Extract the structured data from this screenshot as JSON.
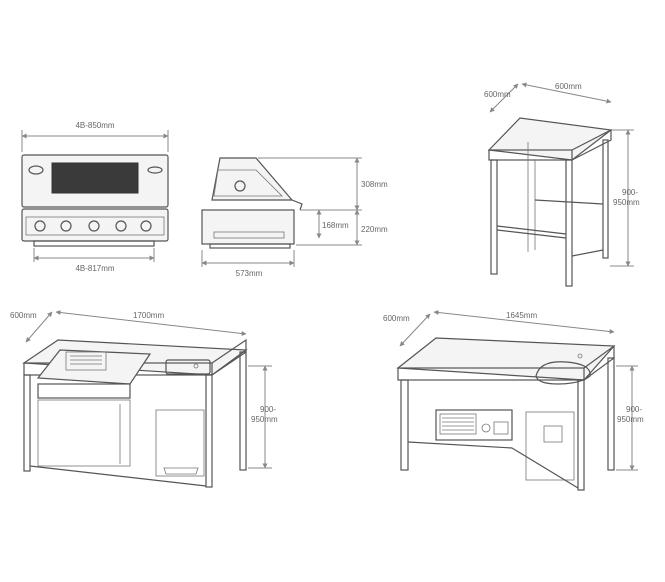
{
  "dimensions": {
    "bbq_top_width": "4B-850mm",
    "bbq_bottom_width": "4B-817mm",
    "side_hood_height": "308mm",
    "side_body_height": "220mm",
    "side_inner_height": "168mm",
    "side_depth": "573mm",
    "cart_depth": "600mm",
    "cart_width": "600mm",
    "cart_height": "900-\n950mm",
    "cab1_depth": "600mm",
    "cab1_width": "1700mm",
    "cab1_height": "900-\n950mm",
    "cab2_depth": "600mm",
    "cab2_width": "1645mm",
    "cab2_height": "900-\n950mm"
  },
  "colors": {
    "line": "#555555",
    "dimension": "#888888",
    "text": "#666666"
  }
}
